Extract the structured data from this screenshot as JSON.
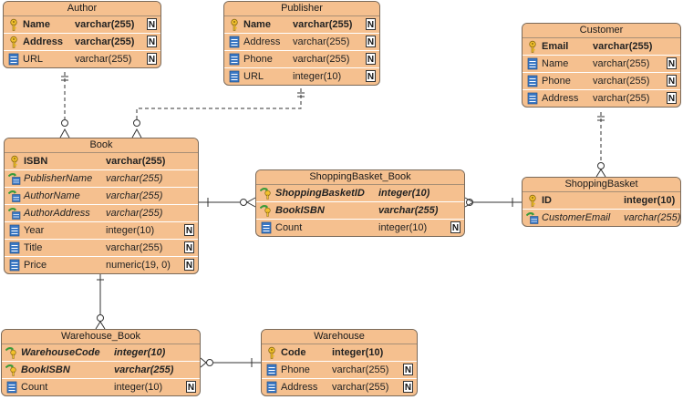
{
  "entities": {
    "author": {
      "title": "Author",
      "columns": [
        {
          "name": "Name",
          "type": "varchar(255)",
          "kind": "pk",
          "nullable": "N"
        },
        {
          "name": "Address",
          "type": "varchar(255)",
          "kind": "pk",
          "nullable": "N"
        },
        {
          "name": "URL",
          "type": "varchar(255)",
          "kind": "col",
          "nullable": "N"
        }
      ]
    },
    "publisher": {
      "title": "Publisher",
      "columns": [
        {
          "name": "Name",
          "type": "varchar(255)",
          "kind": "pk",
          "nullable": "N"
        },
        {
          "name": "Address",
          "type": "varchar(255)",
          "kind": "col",
          "nullable": "N"
        },
        {
          "name": "Phone",
          "type": "varchar(255)",
          "kind": "col",
          "nullable": "N"
        },
        {
          "name": "URL",
          "type": "integer(10)",
          "kind": "col",
          "nullable": "N"
        }
      ]
    },
    "customer": {
      "title": "Customer",
      "columns": [
        {
          "name": "Email",
          "type": "varchar(255)",
          "kind": "pk",
          "nullable": ""
        },
        {
          "name": "Name",
          "type": "varchar(255)",
          "kind": "col",
          "nullable": "N"
        },
        {
          "name": "Phone",
          "type": "varchar(255)",
          "kind": "col",
          "nullable": "N"
        },
        {
          "name": "Address",
          "type": "varchar(255)",
          "kind": "col",
          "nullable": "N"
        }
      ]
    },
    "book": {
      "title": "Book",
      "columns": [
        {
          "name": "ISBN",
          "type": "varchar(255)",
          "kind": "pk",
          "nullable": ""
        },
        {
          "name": "PublisherName",
          "type": "varchar(255)",
          "kind": "fk",
          "nullable": ""
        },
        {
          "name": "AuthorName",
          "type": "varchar(255)",
          "kind": "fk",
          "nullable": ""
        },
        {
          "name": "AuthorAddress",
          "type": "varchar(255)",
          "kind": "fk",
          "nullable": ""
        },
        {
          "name": "Year",
          "type": "integer(10)",
          "kind": "col",
          "nullable": "N"
        },
        {
          "name": "Title",
          "type": "varchar(255)",
          "kind": "col",
          "nullable": "N"
        },
        {
          "name": "Price",
          "type": "numeric(19, 0)",
          "kind": "col",
          "nullable": "N"
        }
      ]
    },
    "shoppingbasket_book": {
      "title": "ShoppingBasket_Book",
      "columns": [
        {
          "name": "ShoppingBasketID",
          "type": "integer(10)",
          "kind": "pkfk",
          "nullable": ""
        },
        {
          "name": "BookISBN",
          "type": "varchar(255)",
          "kind": "pkfk",
          "nullable": ""
        },
        {
          "name": "Count",
          "type": "integer(10)",
          "kind": "col",
          "nullable": "N"
        }
      ]
    },
    "shoppingbasket": {
      "title": "ShoppingBasket",
      "columns": [
        {
          "name": "ID",
          "type": "integer(10)",
          "kind": "pk",
          "nullable": ""
        },
        {
          "name": "CustomerEmail",
          "type": "varchar(255)",
          "kind": "fk",
          "nullable": ""
        }
      ]
    },
    "warehouse_book": {
      "title": "Warehouse_Book",
      "columns": [
        {
          "name": "WarehouseCode",
          "type": "integer(10)",
          "kind": "pkfk",
          "nullable": ""
        },
        {
          "name": "BookISBN",
          "type": "varchar(255)",
          "kind": "pkfk",
          "nullable": ""
        },
        {
          "name": "Count",
          "type": "integer(10)",
          "kind": "col",
          "nullable": "N"
        }
      ]
    },
    "warehouse": {
      "title": "Warehouse",
      "columns": [
        {
          "name": "Code",
          "type": "integer(10)",
          "kind": "pk",
          "nullable": ""
        },
        {
          "name": "Phone",
          "type": "varchar(255)",
          "kind": "col",
          "nullable": "N"
        },
        {
          "name": "Address",
          "type": "varchar(255)",
          "kind": "col",
          "nullable": "N"
        }
      ]
    }
  },
  "relationships": [
    {
      "from": "author",
      "to": "book",
      "style": "dashed"
    },
    {
      "from": "publisher",
      "to": "book",
      "style": "dashed"
    },
    {
      "from": "customer",
      "to": "shoppingbasket",
      "style": "dashed"
    },
    {
      "from": "book",
      "to": "shoppingbasket_book",
      "style": "solid"
    },
    {
      "from": "shoppingbasket",
      "to": "shoppingbasket_book",
      "style": "solid"
    },
    {
      "from": "book",
      "to": "warehouse_book",
      "style": "solid"
    },
    {
      "from": "warehouse",
      "to": "warehouse_book",
      "style": "solid"
    }
  ],
  "colors": {
    "entity_fill": "#f5c08f",
    "entity_border": "#7a6a5a",
    "line": "#333333",
    "key_yellow": "#f2c12e",
    "key_green": "#3a9a3a",
    "column_blue": "#3b78c4"
  }
}
